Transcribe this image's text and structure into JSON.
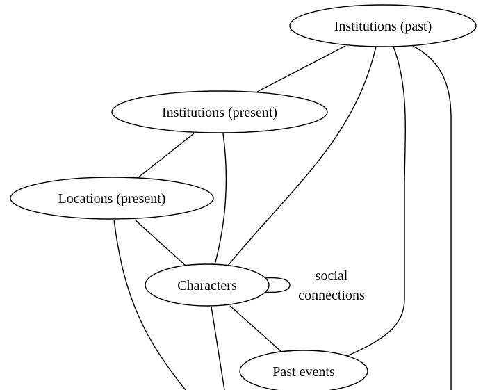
{
  "nodes": {
    "institutions_past": "Institutions (past)",
    "institutions_present": "Institutions (present)",
    "locations_present": "Locations (present)",
    "characters": "Characters",
    "past_events": "Past events"
  },
  "edge_labels": {
    "social_connections_line1": "social",
    "social_connections_line2": "connections"
  }
}
